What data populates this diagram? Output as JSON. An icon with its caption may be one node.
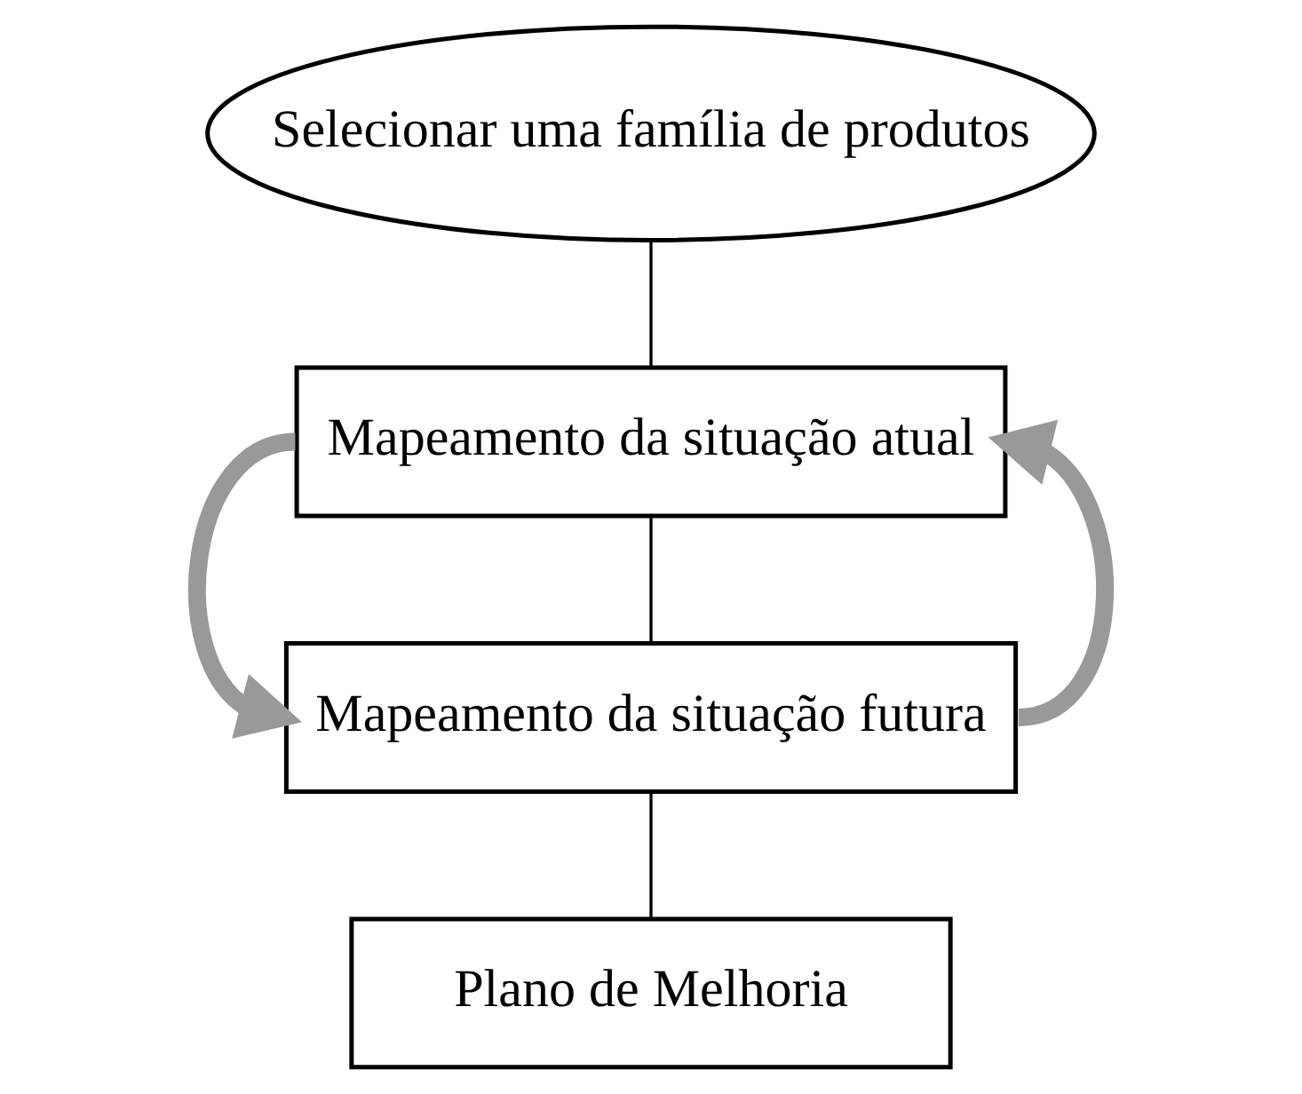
{
  "diagram": {
    "nodes": [
      {
        "text": [
          "Selecionar uma família de produtos"
        ]
      },
      {
        "text": [
          "Mapeamento da situação atual"
        ]
      },
      {
        "text": [
          "Mapeamento da situação futura"
        ]
      },
      {
        "text": [
          "Plano de Melhoria"
        ]
      }
    ],
    "edges": [
      {
        "from": 0,
        "to": 1,
        "arrow": "none"
      },
      {
        "from": 1,
        "to": 2,
        "arrow": "none"
      },
      {
        "from": 2,
        "to": 3,
        "arrow": "none"
      },
      {
        "from": 1,
        "to": 2,
        "arrow": "to",
        "style": "thick",
        "color": "#999999"
      },
      {
        "from": 2,
        "to": 1,
        "arrow": "to",
        "style": "thick",
        "color": "#999999"
      }
    ]
  }
}
